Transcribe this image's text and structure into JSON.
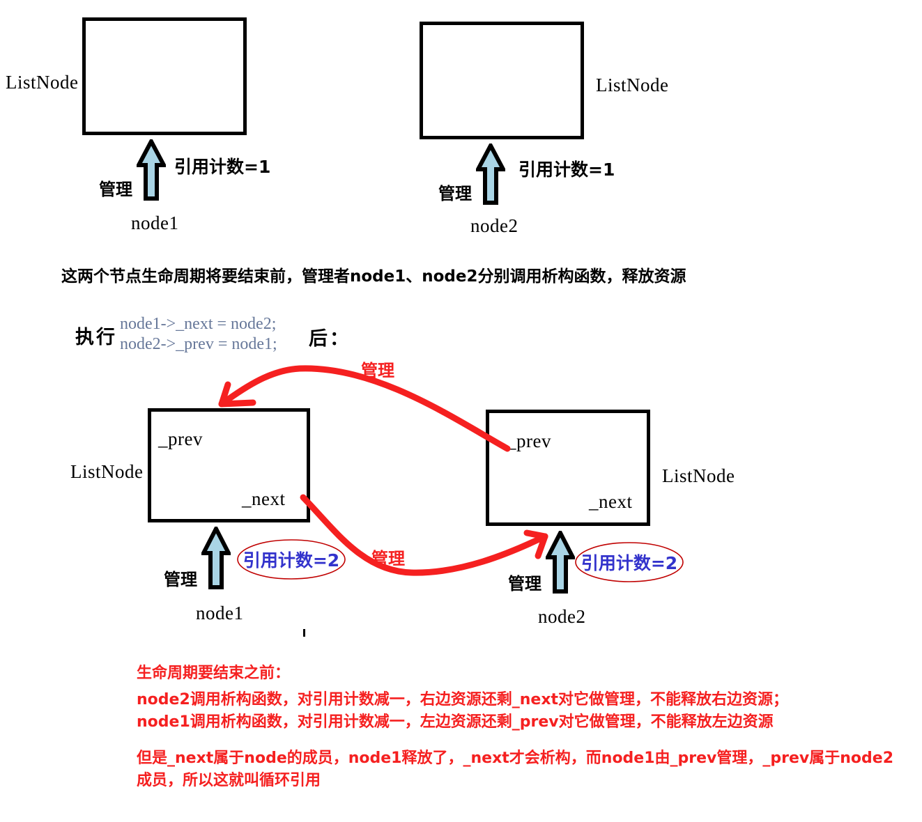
{
  "colors": {
    "arrow_fill": "#a9d4e5",
    "arrow_outline": "#000000",
    "red": "#f52020",
    "ellipse_stroke": "#c00000",
    "refcount_blue": "#3333cc",
    "code_blue": "#667799",
    "box_border": "#000000"
  },
  "top_diagram": {
    "left_node": {
      "type_label": "ListNode",
      "manage_label": "管理",
      "refcount_label": "引用计数=1",
      "pointer_name": "node1"
    },
    "right_node": {
      "type_label": "ListNode",
      "manage_label": "管理",
      "refcount_label": "引用计数=1",
      "pointer_name": "node2"
    }
  },
  "sentence": "这两个节点生命周期将要结束前，管理者node1、node2分别调用析构函数，释放资源",
  "exec_block": {
    "prefix": "执行",
    "code_lines": [
      "node1->_next = node2;",
      "node2->_prev = node1;"
    ],
    "suffix": "后："
  },
  "bottom_diagram": {
    "left_node": {
      "type_label": "ListNode",
      "prev_field": "_prev",
      "next_field": "_next",
      "manage_label": "管理",
      "refcount_label": "引用计数=2",
      "pointer_name": "node1"
    },
    "right_node": {
      "type_label": "ListNode",
      "prev_field": "_prev",
      "next_field": "_next",
      "manage_label": "管理",
      "refcount_label": "引用计数=2",
      "pointer_name": "node2"
    },
    "curve_label_top": "管理",
    "curve_label_bottom": "管理"
  },
  "red_notes": {
    "block1": [
      "生命周期要结束之前：",
      "node2调用析构函数，对引用计数减一，右边资源还剩_next对它做管理，不能释放右边资源；",
      "node1调用析构函数，对引用计数减一，左边资源还剩_prev对它做管理，不能释放左边资源"
    ],
    "block2": [
      "但是_next属于node的成员，node1释放了，_next才会析构，而node1由_prev管理，_prev属于node2",
      "成员，所以这就叫循环引用"
    ]
  }
}
